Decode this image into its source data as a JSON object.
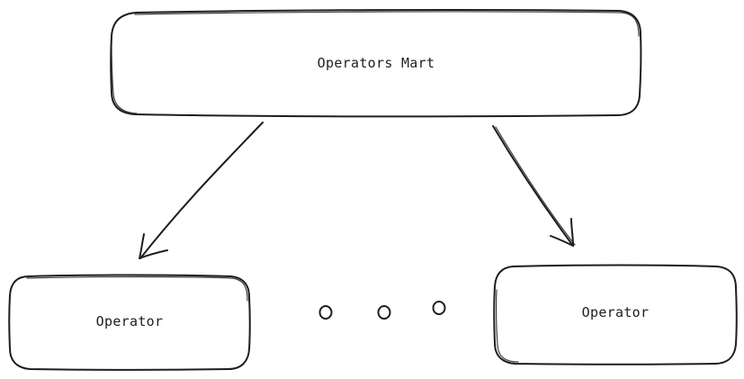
{
  "diagram": {
    "nodes": {
      "mart": {
        "label": "Operators Mart"
      },
      "left_operator": {
        "label": "Operator"
      },
      "right_operator": {
        "label": "Operator"
      }
    },
    "edges": [
      {
        "from": "mart",
        "to": "left_operator"
      },
      {
        "from": "mart",
        "to": "right_operator"
      }
    ],
    "ellipsis": {
      "count": 3
    },
    "colors": {
      "stroke": "#1e1e1e",
      "background": "#ffffff"
    }
  }
}
